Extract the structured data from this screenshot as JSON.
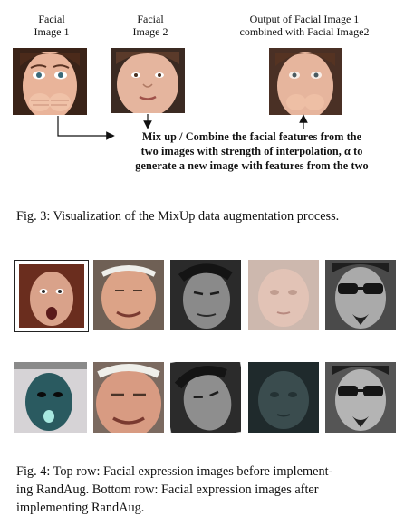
{
  "fig3": {
    "label_image1": [
      "Facial",
      "Image 1"
    ],
    "label_image2": [
      "Facial",
      "Image 2"
    ],
    "label_output": [
      "Output of Facial Image 1",
      "combined with Facial Image2"
    ],
    "description": [
      "Mix up / Combine the facial features from the",
      "two images with strength of interpolation, α to",
      "generate a new image with features from the two"
    ],
    "caption": "Fig. 3: Visualization of the MixUp data augmentation process."
  },
  "fig4": {
    "caption_lines": [
      "Fig. 4: Top row: Facial expression images before implement-",
      "ing RandAug. Bottom row: Facial expression images after",
      "implementing RandAug."
    ],
    "top_row": [
      "surprised-woman-face",
      "smiling-old-man-face",
      "serious-man-face",
      "blurred-child-face",
      "sunglasses-man-face"
    ],
    "bottom_row": [
      "inverted-woman-face",
      "enlarged-old-man-face",
      "rotated-man-face",
      "dark-tinted-child-face",
      "sunglasses-man-face-augmented"
    ]
  }
}
